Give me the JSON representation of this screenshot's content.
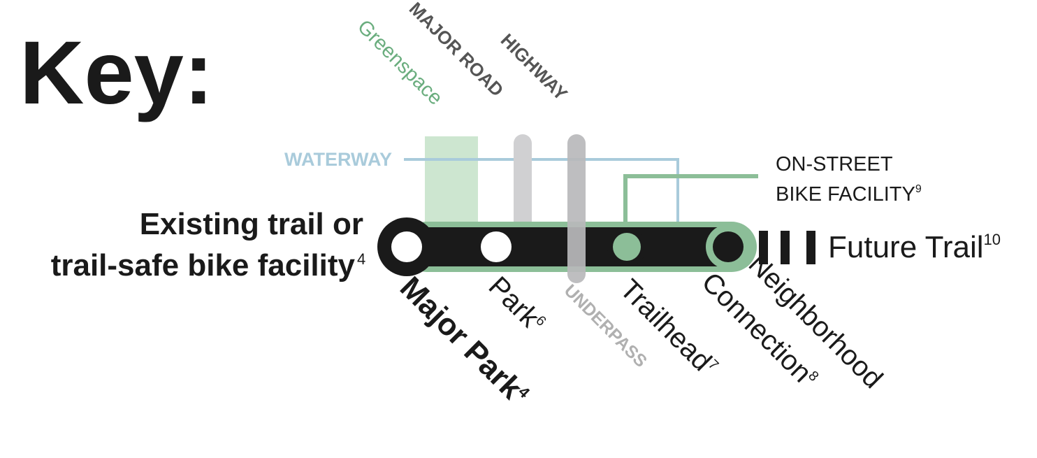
{
  "title": "Key:",
  "colors": {
    "trail_black": "#1a1a1a",
    "trail_green": "#8cbe98",
    "greenspace": "#cde6d0",
    "greenspace_text": "#6aad7e",
    "waterway": "#a9cbdb",
    "major_road": "#d0d0d2",
    "highway": "#b9b9bb",
    "underpass_text": "#b0b0b0",
    "on_street": "#8cbe98",
    "dark_label": "#555555"
  },
  "labels": {
    "greenspace": "Greenspace",
    "major_road": "MAJOR ROAD",
    "highway": "HIGHWAY",
    "waterway": "WATERWAY",
    "on_street_line1": "ON-STREET",
    "on_street_line2": "BIKE FACILITY",
    "on_street_sup": "9",
    "existing_line1": "Existing trail or",
    "existing_line2": "trail-safe bike facility",
    "existing_sup": "4",
    "future_trail": "Future Trail",
    "future_sup": "10",
    "major_park": "Major Park",
    "major_park_sup": "4",
    "park": "Park",
    "park_sup": "6",
    "underpass": "UNDERPASS",
    "trailhead": "Trailhead",
    "trailhead_sup": "7",
    "connection": "Connection",
    "connection_sup": "8",
    "neighborhood": "Neighborhood"
  },
  "icons": {
    "major_park": "large-open-circle-icon",
    "park": "open-circle-icon",
    "trailhead": "green-dot-icon",
    "neighborhood_connection": "black-dot-icon",
    "future_trail": "dash-bars-icon"
  }
}
